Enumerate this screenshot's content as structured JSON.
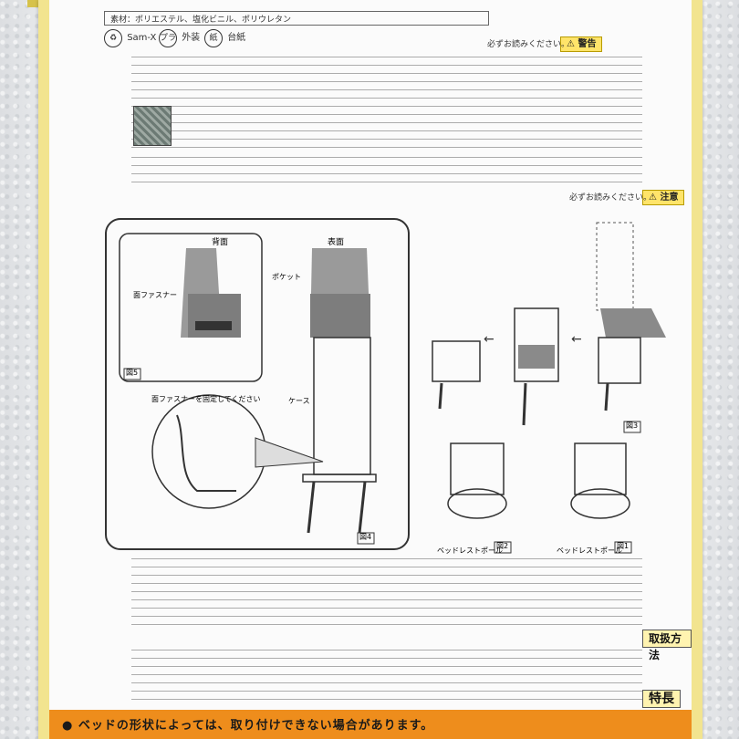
{
  "materials_label": "素材：ポリエステル、塩化ビニル、ポリウレタン",
  "recycle": [
    {
      "mark": "sym1",
      "label": "Sam-X"
    },
    {
      "mark": "プラ",
      "label": "外装"
    },
    {
      "mark": "紙",
      "label": "台紙"
    }
  ],
  "warning_title": "警告",
  "warning_note": "必ずお読みください。",
  "caution_title": "注意",
  "caution_note": "必ずお読みください。",
  "diagram_labels": {
    "back": "背面",
    "front": "表面",
    "fastener": "面ファスナー",
    "case_band": "ケース",
    "pocket": "ポケット",
    "bed_leg": "ベッドレストポール",
    "fig1": "図1",
    "fig2": "図2",
    "fig3": "図3",
    "fig4": "図4",
    "fig5": "図5",
    "hook_note": "面ファスナーを固定してください"
  },
  "usage_title": "取扱方法",
  "features_title": "特長",
  "bottom_notice": "● ベッドの形状によっては、取り付けできない場合があります。"
}
